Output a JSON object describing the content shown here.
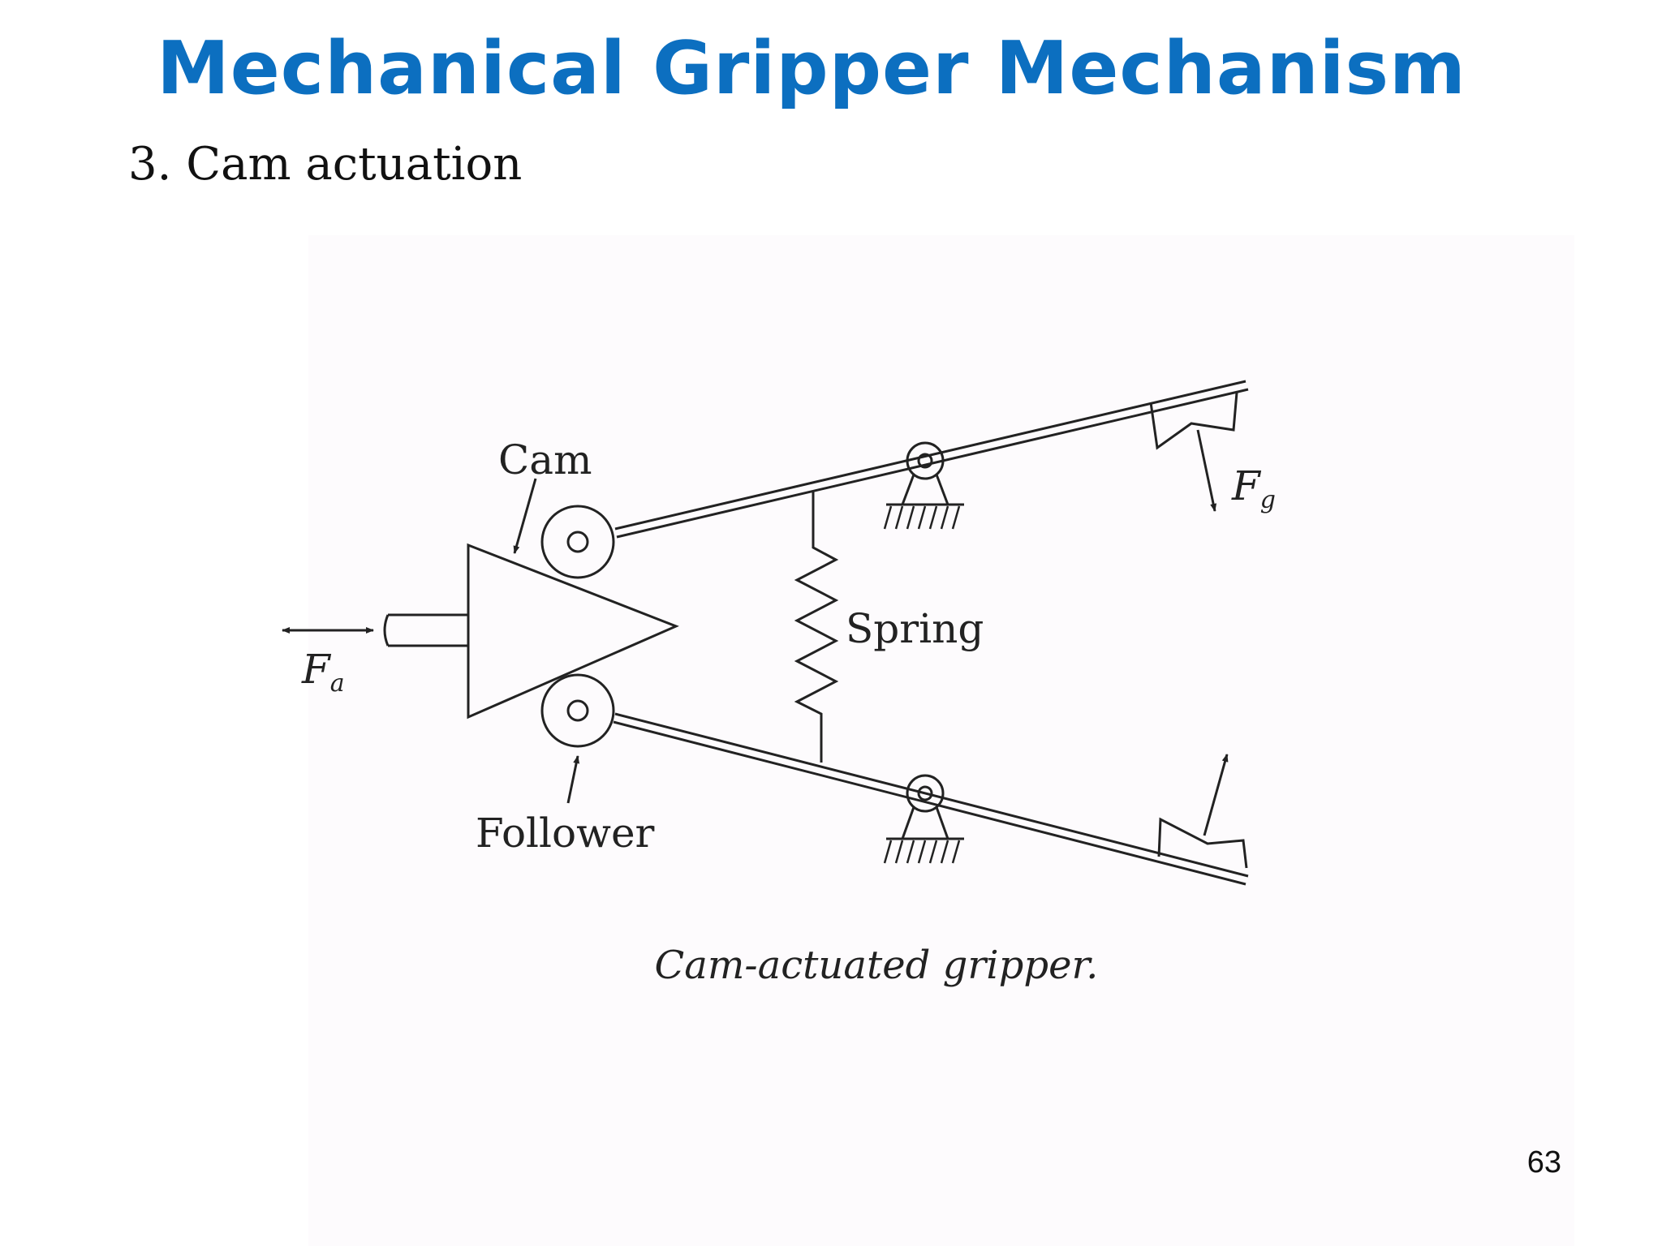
{
  "slide": {
    "title": "Mechanical Gripper Mechanism",
    "subtitle": "3. Cam actuation",
    "page_number": "63"
  },
  "diagram": {
    "labels": {
      "cam": "Cam",
      "follower": "Follower",
      "spring": "Spring",
      "force_actuation": "F",
      "force_actuation_sub": "a",
      "force_gripping": "F",
      "force_gripping_sub": "g"
    },
    "caption": "Cam-actuated gripper."
  },
  "colors": {
    "title": "#0c6fc0",
    "ink": "#222222",
    "panel_background": "#fdfbfd"
  }
}
